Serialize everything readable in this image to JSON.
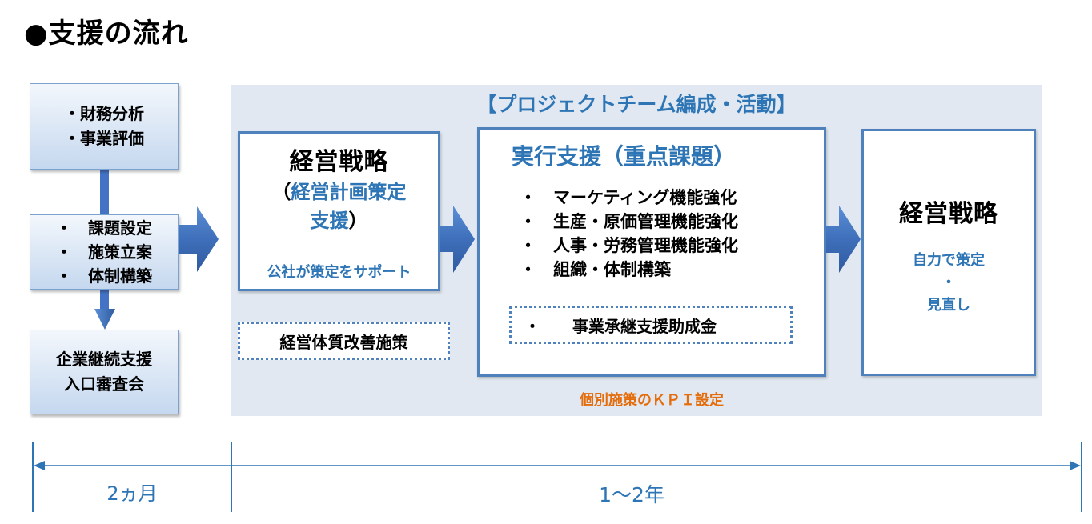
{
  "title": "●支援の流れ",
  "left_column": {
    "box1": [
      "・財務分析",
      "・事業評価"
    ],
    "box2": [
      "・　課題設定",
      "・　施策立案",
      "・　体制構築"
    ],
    "box3": [
      "企業継続支援",
      "入口審査会"
    ]
  },
  "panel": {
    "title": "【プロジェクトチーム編成・活動】",
    "strategy_box": {
      "heading": "経営戦略",
      "sub_open": "（",
      "sub_blue1": "経営計画策定",
      "sub_blue2": "支援",
      "sub_close": "）",
      "note": "公社が策定をサポート"
    },
    "dotted_left": "経営体質改善施策",
    "support_box": {
      "heading": "実行支援（重点課題）",
      "items": [
        "・　マーケティング機能強化",
        "・　生産・原価管理機能強化",
        "・　人事・労務管理機能強化",
        "・　組織・体制構築"
      ],
      "dotted": "・　　事業承継支援助成金"
    },
    "kpi_note": "個別施策のＫＰＩ設定",
    "final_box": {
      "heading": "経営戦略",
      "line1": "自力で策定",
      "line2": "・",
      "line3": "見直し"
    }
  },
  "timeline": {
    "label1": "2ヵ月",
    "label2": "1〜2年"
  },
  "colors": {
    "accent_blue": "#2e75b6",
    "border_blue": "#4f81bd",
    "panel_bg": "#e1e8f1",
    "orange": "#e46c0a",
    "arrow_blue": "#4472c4"
  }
}
